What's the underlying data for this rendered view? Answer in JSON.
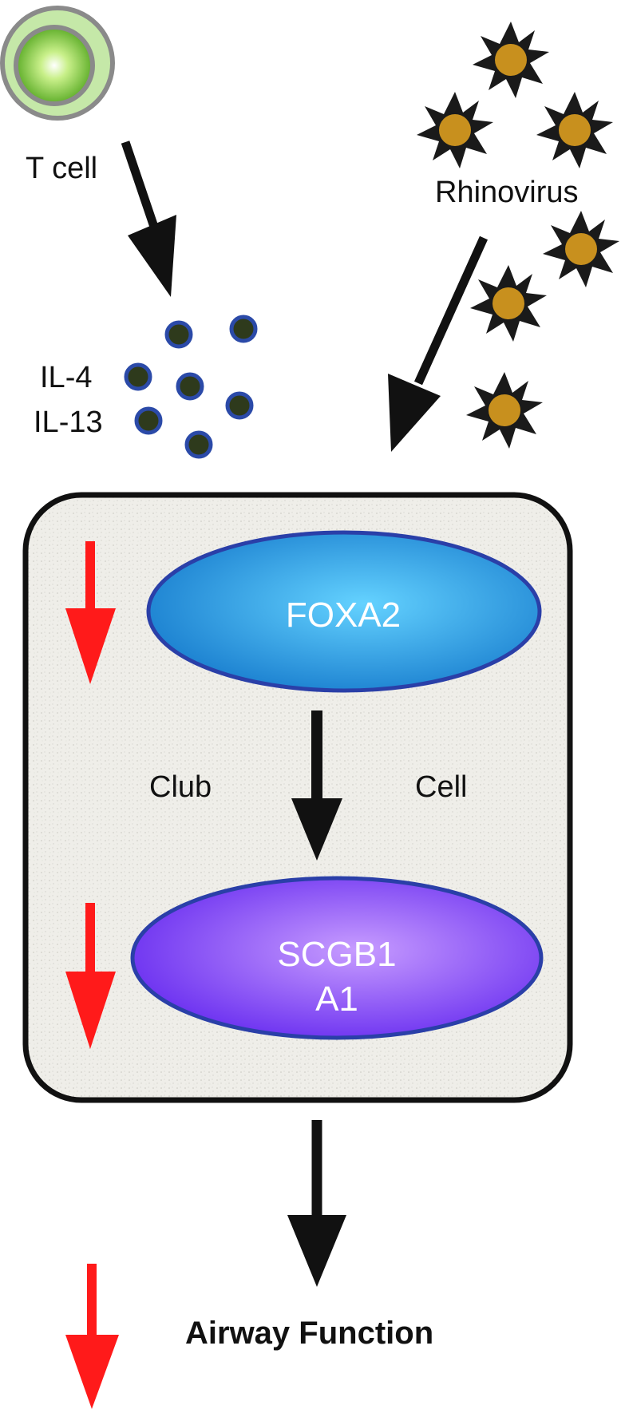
{
  "labels": {
    "t_cell": "T cell",
    "rhinovirus": "Rhinovirus",
    "il4": "IL-4",
    "il13": "IL-13",
    "club": "Club",
    "cell": "Cell",
    "foxa2": "FOXA2",
    "scgb1_line1": "SCGB1",
    "scgb1_line2": "A1",
    "airway_function": "Airway Function"
  },
  "colors": {
    "arrow_black": "#111111",
    "arrow_red": "#ff1a1a",
    "cell_fill": "#ecebe6",
    "foxa2_fill": "#2a9be0",
    "scgb1_fill": "#7b3cf2",
    "ellipse_stroke": "#2a3fa8",
    "cytokine_ring": "#2b4aa8",
    "cytokine_core": "#2e3a1c",
    "virus_body": "#c8901e",
    "tcell_fill": "#8fd14a"
  },
  "icons": {
    "t_cell": "t-cell-icon",
    "virus": "rhinovirus-icon",
    "cytokine": "cytokine-dot-icon"
  }
}
